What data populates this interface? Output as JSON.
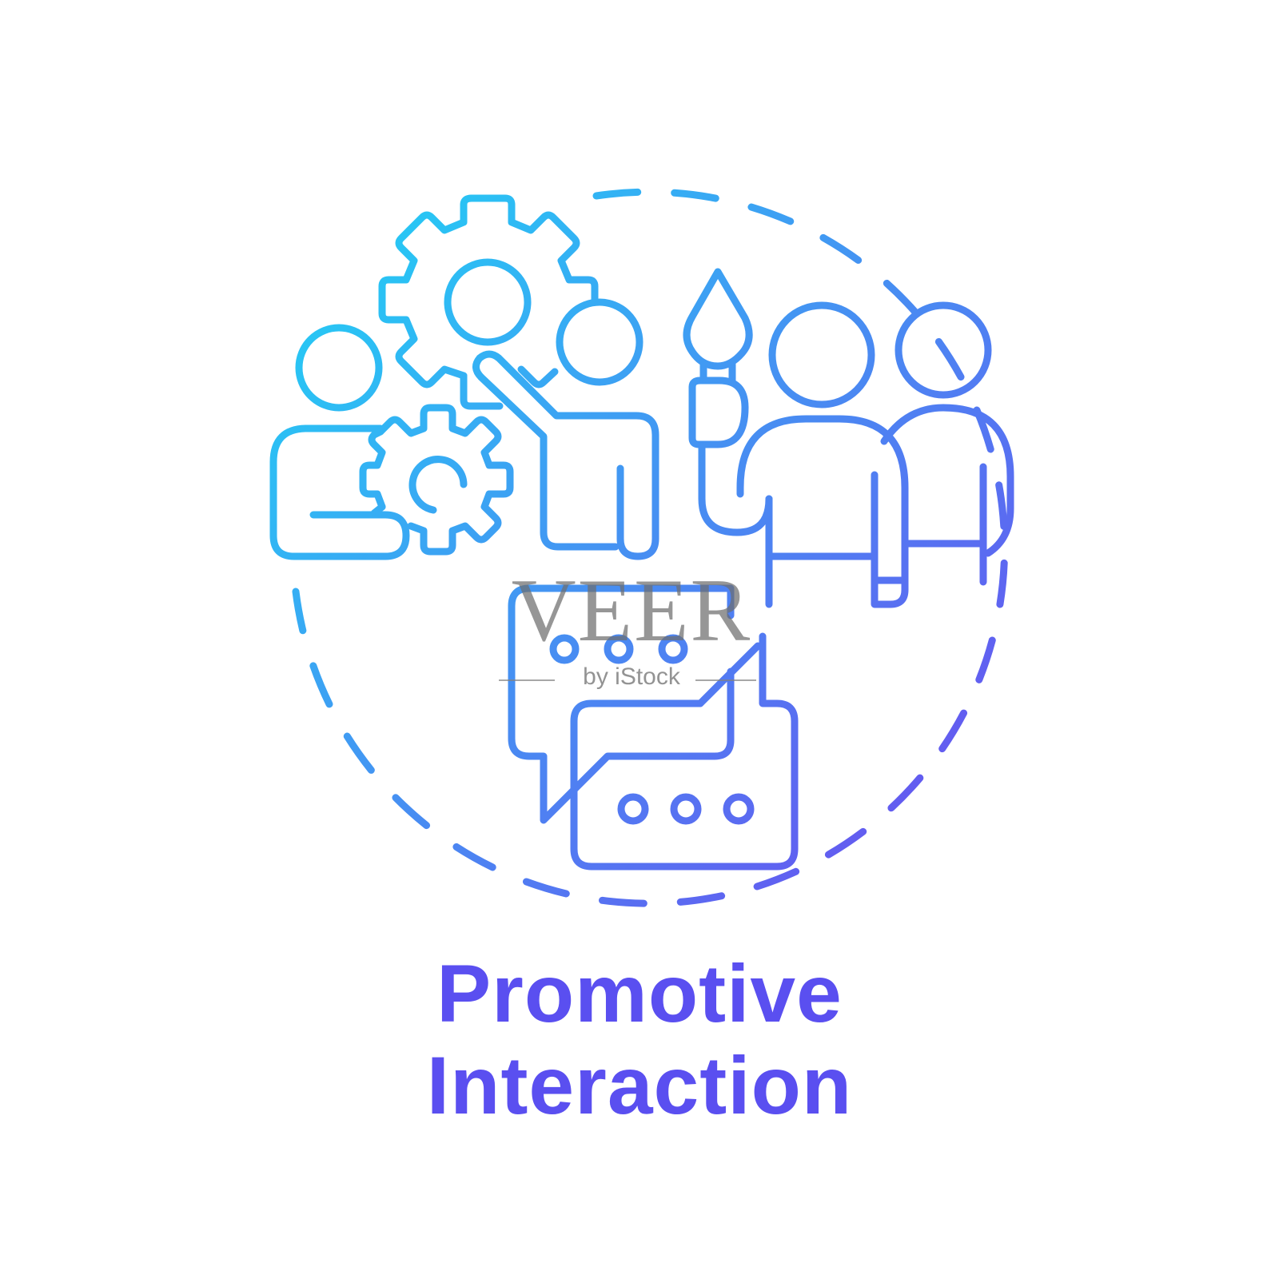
{
  "caption": {
    "line1": "Promotive",
    "line2": "Interaction",
    "color": "#5a4ff0"
  },
  "icon": {
    "gradient_start": "#1fd6f5",
    "gradient_end": "#6a4ff0",
    "elements": [
      "gears-icon",
      "people-group-icon",
      "paintbrush-icon",
      "chat-bubbles-icon"
    ]
  },
  "watermark": {
    "brand": "VEER",
    "sub": "by iStock"
  }
}
